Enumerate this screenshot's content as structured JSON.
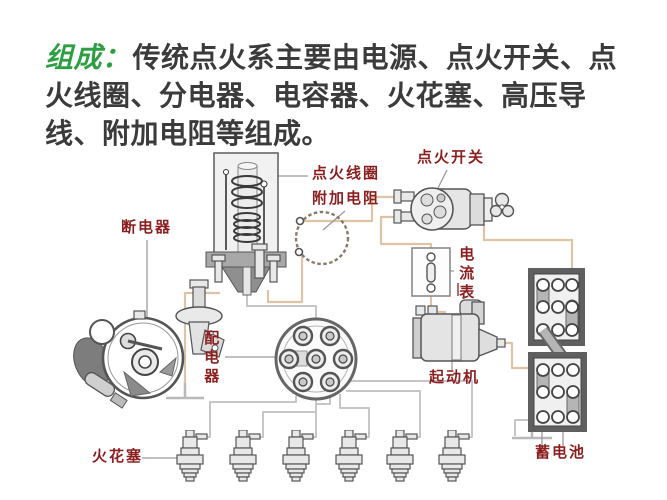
{
  "slide": {
    "heading_label": "组成：",
    "body_text": "传统点火系主要由电源、点火开关、点火线圈、分电器、电容器、火花塞、高压导线、附加电阻等组成。",
    "heading_color": "#2e9e45",
    "body_color": "#3b3b3b"
  },
  "diagram": {
    "label_color": "#8b1f1f",
    "wire_colors": {
      "primary_low_voltage": "#dfc3a6",
      "high_voltage": "#c6c6c6"
    },
    "labels": {
      "ignition_coil": "点火线圈",
      "ballast_resistor": "附加电阻",
      "ignition_switch": "点火开关",
      "breaker": "断电器",
      "distributor": "配电器",
      "ammeter": "电流表",
      "starter": "起动机",
      "battery": "蓄电池",
      "spark_plug": "火花塞"
    },
    "spark_plug_count": 6,
    "battery_block_count": 2
  }
}
